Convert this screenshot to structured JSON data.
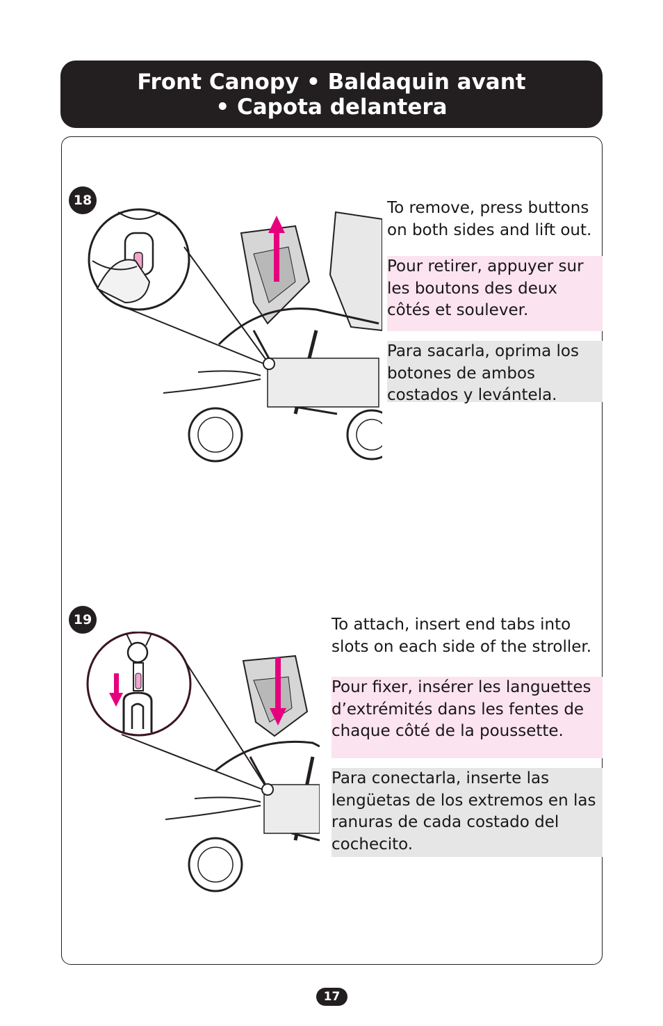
{
  "header": {
    "line1": "Front Canopy  •  Baldaquin avant",
    "line2": "•  Capota delantera"
  },
  "steps": [
    {
      "number": "18",
      "en": "To remove, press buttons on both sides and lift out.",
      "fr": "Pour retirer, appuyer sur les boutons des deux côtés et soulever.",
      "es": "Para sacarla, oprima los botones de ambos costados y levántela."
    },
    {
      "number": "19",
      "en": "To attach, insert end tabs into slots on each side of the stroller.",
      "fr": "Pour fixer, insérer les languettes d’extrémités dans les fentes de chaque côté de la poussette.",
      "es": "Para conectarla, inserte las lengüetas de los extremos en las ranuras de cada costado del cochecito."
    }
  ],
  "page_number": "17",
  "colors": {
    "accent": "#e6007e",
    "dark": "#231f20",
    "pink_bg": "#fbe3ef",
    "gray_bg": "#e6e6e6"
  }
}
